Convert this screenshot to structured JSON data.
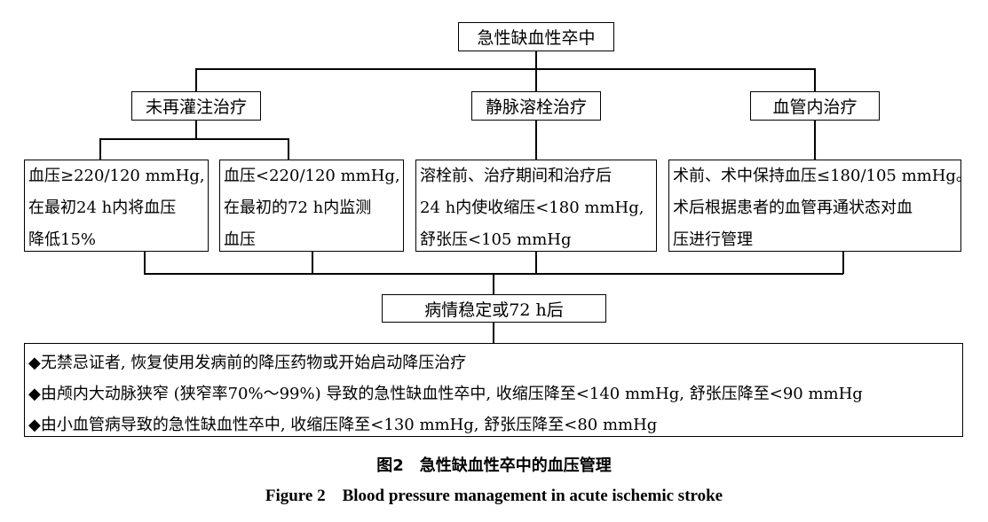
{
  "root": "急性缺血性卒中",
  "branches": [
    "未再灌注治疗",
    "静脉溶栓治疗",
    "血管内治疗"
  ],
  "details": {
    "no_reperfusion_high": [
      "血压≥220/120 mmHg,",
      "在最初24 h内将血压",
      "降低15%"
    ],
    "no_reperfusion_low": [
      "血压<220/120 mmHg,",
      "在最初的72 h内监测",
      "血压"
    ],
    "thrombolysis": [
      "溶栓前、治疗期间和治疗后",
      "24 h内使收缩压<180 mmHg,",
      "舒张压<105 mmHg"
    ],
    "endovascular": [
      "术前、术中保持血压≤180/105 mmHg。",
      "术后根据患者的血管再通状态对血",
      "压进行管理"
    ]
  },
  "stable": "病情稳定或72 h后",
  "notes": [
    "◆无禁忌证者, 恢复使用发病前的降压药物或开始启动降压治疗",
    "◆由颅内大动脉狭窄 (狭窄率70%～99%) 导致的急性缺血性卒中, 收缩压降至<140 mmHg, 舒张压降至<90 mmHg",
    "◆由小血管病导致的急性缺血性卒中, 收缩压降至<130 mmHg, 舒张压降至<80 mmHg"
  ],
  "caption_cn": "图2　急性缺血性卒中的血压管理",
  "caption_en": "Figure 2　Blood pressure management in acute ischemic stroke"
}
